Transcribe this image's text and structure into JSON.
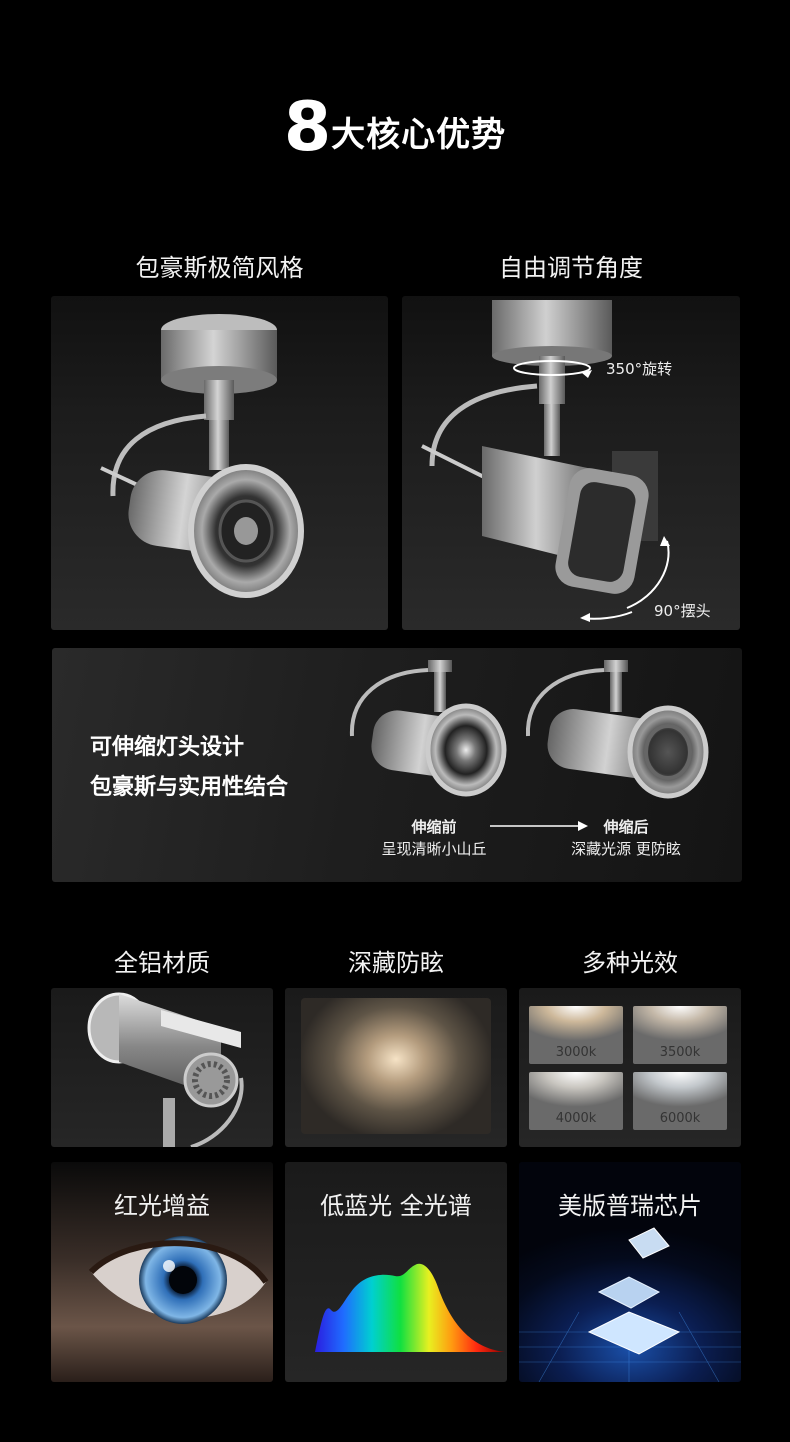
{
  "header": {
    "num": "8",
    "text": "大核心优势"
  },
  "panels": {
    "bauhaus": {
      "label": "包豪斯极简风格"
    },
    "adjust": {
      "label": "自由调节角度",
      "rotate": "350°旋转",
      "tilt": "90°摆头"
    },
    "tele": {
      "line1": "可伸缩灯头设计",
      "line2": "包豪斯与实用性结合",
      "before_title": "伸缩前",
      "before_desc": "呈现清晰小山丘",
      "after_title": "伸缩后",
      "after_desc": "深藏光源 更防眩"
    },
    "aluminum": {
      "label": "全铝材质"
    },
    "antiglare": {
      "label": "深藏防眩"
    },
    "effects": {
      "label": "多种光效",
      "temps": [
        "3000k",
        "3500k",
        "4000k",
        "6000k"
      ],
      "colors": [
        "#cdb89a",
        "#c4b8a8",
        "#c9c6c0",
        "#c3c8cc"
      ]
    },
    "red": {
      "label": "红光增益"
    },
    "spectrum": {
      "label": "低蓝光 全光谱"
    },
    "chip": {
      "label": "美版普瑞芯片"
    }
  }
}
